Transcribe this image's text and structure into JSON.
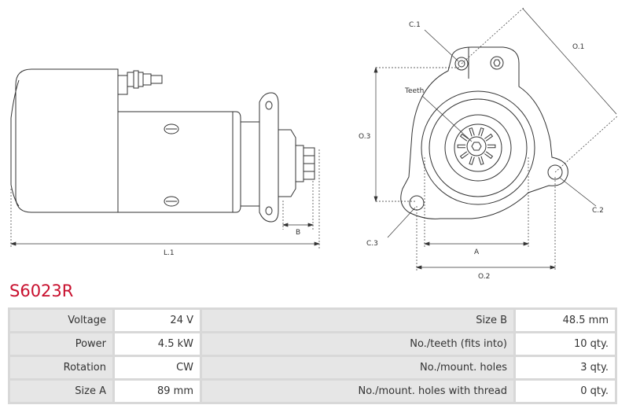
{
  "product": {
    "code": "S6023R"
  },
  "drawing_labels": {
    "l1": "L.1",
    "b": "B",
    "c1": "C.1",
    "c2": "C.2",
    "c3": "C.3",
    "o1": "O.1",
    "o2": "O.2",
    "o3": "O.3",
    "a": "A",
    "teeth": "Teeth"
  },
  "specs": [
    {
      "label1": "Voltage",
      "value1": "24 V",
      "label2": "Size B",
      "value2": "48.5 mm"
    },
    {
      "label1": "Power",
      "value1": "4.5 kW",
      "label2": "No./teeth (fits into)",
      "value2": "10 qty."
    },
    {
      "label1": "Rotation",
      "value1": "CW",
      "label2": "No./mount. holes",
      "value2": "3 qty."
    },
    {
      "label1": "Size A",
      "value1": "89 mm",
      "label2": "No./mount. holes with thread",
      "value2": "0 qty."
    }
  ]
}
